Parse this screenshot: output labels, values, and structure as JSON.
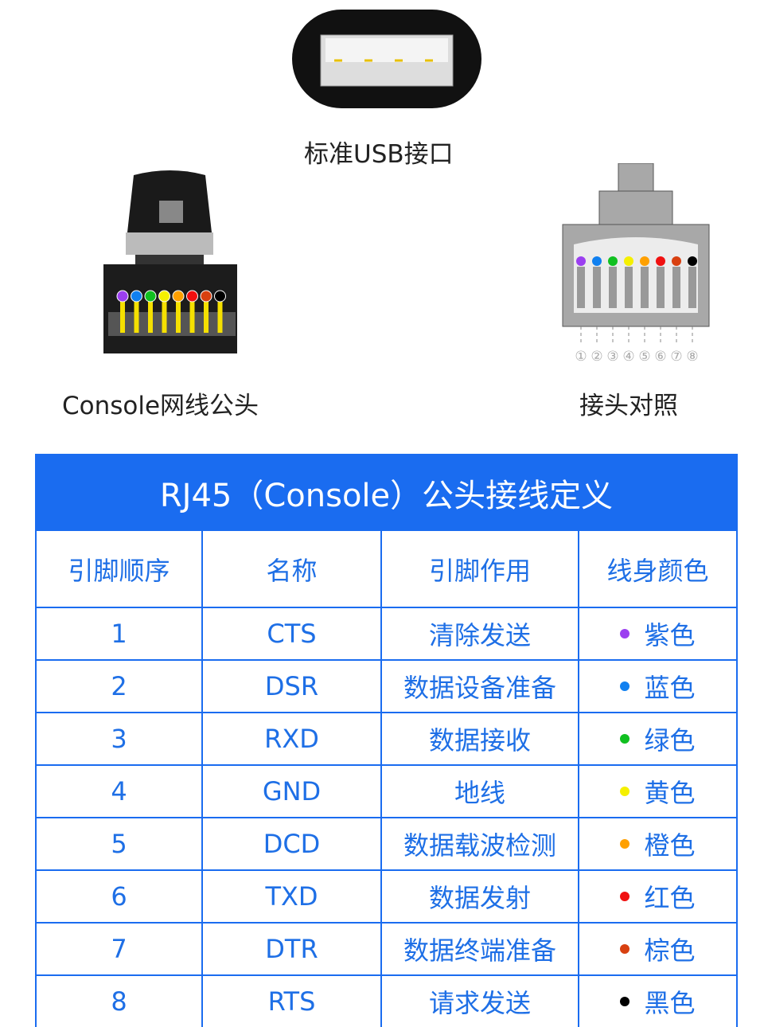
{
  "captions": {
    "usb": "标准USB接口",
    "console": "Console网线公头",
    "pinout": "接头对照"
  },
  "pin_numbers": [
    "①",
    "②",
    "③",
    "④",
    "⑤",
    "⑥",
    "⑦",
    "⑧"
  ],
  "table": {
    "title": "RJ45（Console）公头接线定义",
    "headers": [
      "引脚顺序",
      "名称",
      "引脚作用",
      "线身颜色"
    ],
    "rows": [
      {
        "pin": "1",
        "name": "CTS",
        "function": "清除发送",
        "color": "紫色",
        "hex": "#9b3ff0"
      },
      {
        "pin": "2",
        "name": "DSR",
        "function": "数据设备准备",
        "color": "蓝色",
        "hex": "#1080f0"
      },
      {
        "pin": "3",
        "name": "RXD",
        "function": "数据接收",
        "color": "绿色",
        "hex": "#10c020"
      },
      {
        "pin": "4",
        "name": "GND",
        "function": "地线",
        "color": "黄色",
        "hex": "#f5f000"
      },
      {
        "pin": "5",
        "name": "DCD",
        "function": "数据载波检测",
        "color": "橙色",
        "hex": "#ffa000"
      },
      {
        "pin": "6",
        "name": "TXD",
        "function": "数据发射",
        "color": "红色",
        "hex": "#f01010"
      },
      {
        "pin": "7",
        "name": "DTR",
        "function": "数据终端准备",
        "color": "棕色",
        "hex": "#d84010"
      },
      {
        "pin": "8",
        "name": "RTS",
        "function": "请求发送",
        "color": "黑色",
        "hex": "#000000"
      }
    ]
  }
}
